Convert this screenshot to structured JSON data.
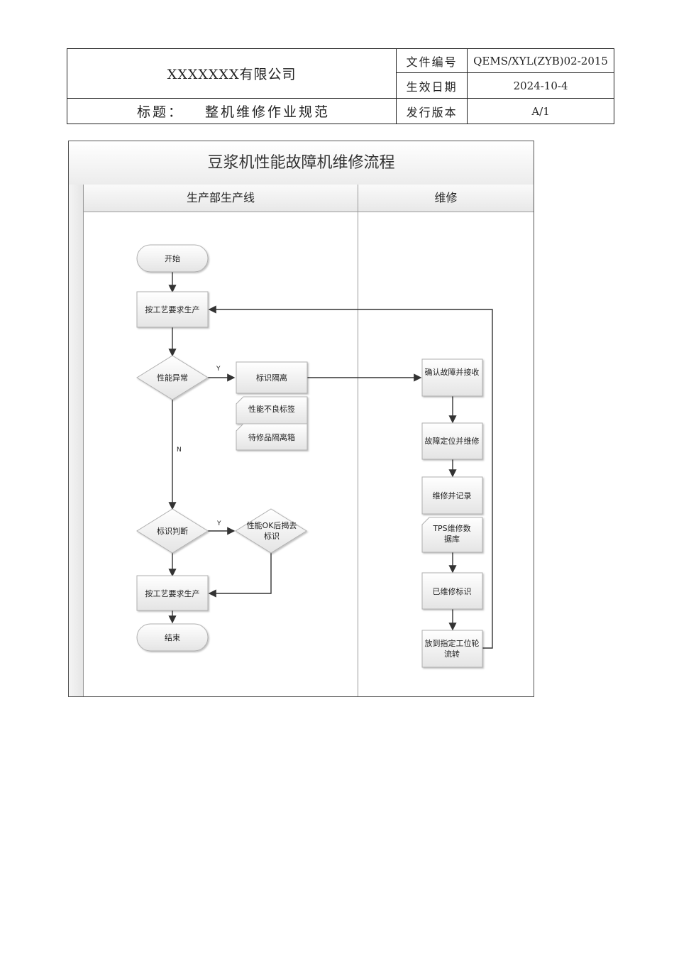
{
  "header": {
    "company": "XXXXXXX有限公司",
    "doc_no_label": "文件编号",
    "doc_no_value": "QEMS/XYL(ZYB)02-2015",
    "effective_label": "生效日期",
    "effective_value": "2024-10-4",
    "title_label": "标题：",
    "title_value": "整机维修作业规范",
    "version_label": "发行版本",
    "version_value": "A/1"
  },
  "flowchart": {
    "title": "豆浆机性能故障机维修流程",
    "lanes": [
      "生产部生产线",
      "维修"
    ],
    "nodes": {
      "start": "开始",
      "produce1": "按工艺要求生产",
      "perf_abnormal": "性能异常",
      "mark_isolate": "标识隔离",
      "bad_label": "性能不良标签",
      "repair_box": "待修品隔离箱",
      "identify_judge": "标识判断",
      "ok_remove": [
        "性能OK后揭去",
        "标识"
      ],
      "produce2": "按工艺要求生产",
      "end": "结束",
      "confirm_receive": "确认故障并接收",
      "locate_repair": "故障定位并维修",
      "repair_record": "维修并记录",
      "tps_db": [
        "TPS维修数",
        "据库"
      ],
      "repaired_mark": "已维修标识",
      "place_station": [
        "放到指定工位轮",
        "流转"
      ]
    },
    "edge_labels": {
      "y1": "Y",
      "n": "N",
      "y2": "Y"
    }
  }
}
